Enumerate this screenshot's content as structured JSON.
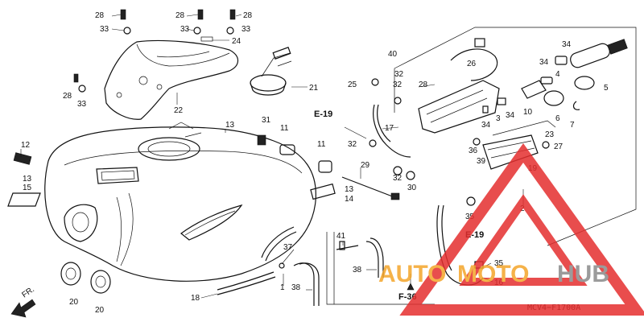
{
  "diagram": {
    "part_labels": [
      {
        "id": "p28a",
        "text": "28"
      },
      {
        "id": "p33a",
        "text": "33"
      },
      {
        "id": "p28b",
        "text": "28"
      },
      {
        "id": "p33b",
        "text": "33"
      },
      {
        "id": "p28c",
        "text": "28"
      },
      {
        "id": "p33c",
        "text": "33"
      },
      {
        "id": "p24",
        "text": "24"
      },
      {
        "id": "p21",
        "text": "21"
      },
      {
        "id": "p22",
        "text": "22"
      },
      {
        "id": "p28d",
        "text": "28"
      },
      {
        "id": "p33d",
        "text": "33"
      },
      {
        "id": "p40",
        "text": "40"
      },
      {
        "id": "p32a",
        "text": "32"
      },
      {
        "id": "p32b",
        "text": "32"
      },
      {
        "id": "p25",
        "text": "25"
      },
      {
        "id": "p28e",
        "text": "28"
      },
      {
        "id": "p26",
        "text": "26"
      },
      {
        "id": "p34a",
        "text": "34"
      },
      {
        "id": "p34b",
        "text": "34"
      },
      {
        "id": "p4",
        "text": "4"
      },
      {
        "id": "p5",
        "text": "5"
      },
      {
        "id": "p10",
        "text": "10"
      },
      {
        "id": "p6",
        "text": "6"
      },
      {
        "id": "p7",
        "text": "7"
      },
      {
        "id": "p34c",
        "text": "34"
      },
      {
        "id": "p3",
        "text": "3"
      },
      {
        "id": "p34d",
        "text": "34"
      },
      {
        "id": "p23",
        "text": "23"
      },
      {
        "id": "p27",
        "text": "27"
      },
      {
        "id": "p36",
        "text": "36"
      },
      {
        "id": "p39",
        "text": "39"
      },
      {
        "id": "p19",
        "text": "19"
      },
      {
        "id": "p17",
        "text": "17"
      },
      {
        "id": "p32c",
        "text": "32"
      },
      {
        "id": "p32d",
        "text": "32"
      },
      {
        "id": "p30",
        "text": "30"
      },
      {
        "id": "p13a",
        "text": "13"
      },
      {
        "id": "p31",
        "text": "31"
      },
      {
        "id": "p11a",
        "text": "11"
      },
      {
        "id": "p11b",
        "text": "11"
      },
      {
        "id": "p29",
        "text": "29"
      },
      {
        "id": "p13b",
        "text": "13"
      },
      {
        "id": "p14",
        "text": "14"
      },
      {
        "id": "p12",
        "text": "12"
      },
      {
        "id": "p13c",
        "text": "13"
      },
      {
        "id": "p15",
        "text": "15"
      },
      {
        "id": "p2",
        "text": "2"
      },
      {
        "id": "p35a",
        "text": "35"
      },
      {
        "id": "p35b",
        "text": "35"
      },
      {
        "id": "p16",
        "text": "16"
      },
      {
        "id": "p37",
        "text": "37"
      },
      {
        "id": "p41",
        "text": "41"
      },
      {
        "id": "p38a",
        "text": "38"
      },
      {
        "id": "p38b",
        "text": "38"
      },
      {
        "id": "p1",
        "text": "1"
      },
      {
        "id": "p18",
        "text": "18"
      },
      {
        "id": "p20a",
        "text": "20"
      },
      {
        "id": "p20b",
        "text": "20"
      }
    ],
    "refs": {
      "e19_top": "E-19",
      "e19_bottom": "E-19",
      "f36": "F-36"
    },
    "front_arrow": "FR.",
    "drawing_code": "MCV4−F1700A",
    "watermark": {
      "brand_part1": "AUTO",
      "brand_part2": "MOTO",
      "brand_part3": "HUB",
      "colors": {
        "auto": "#f4a52a",
        "moto": "#f4a52a",
        "hub": "#8a8a8a",
        "triangle": "#e52e2e"
      }
    }
  }
}
